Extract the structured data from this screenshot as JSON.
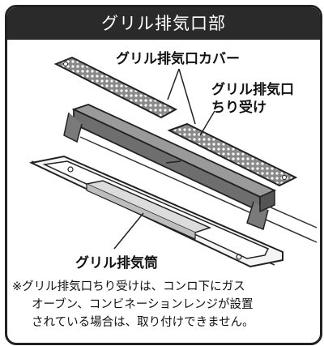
{
  "title": "グリル排気口部",
  "labels": {
    "cover": "グリル排気口カバー",
    "tray_line1": "グリル排気口",
    "tray_line2": "ちり受け",
    "duct": "グリル排気筒"
  },
  "note": {
    "line1": "※グリル排気口ちり受けは、コンロ下にガス",
    "line2": "オーブン、コンビネーションレンジが設置",
    "line3": "されている場合は、取り付けできません。"
  },
  "colors": {
    "title_bg": "#2a2a2a",
    "title_text": "#ffffff",
    "tray_fill": "#6e6e6e",
    "cover_fill": "#8a8a8a"
  }
}
